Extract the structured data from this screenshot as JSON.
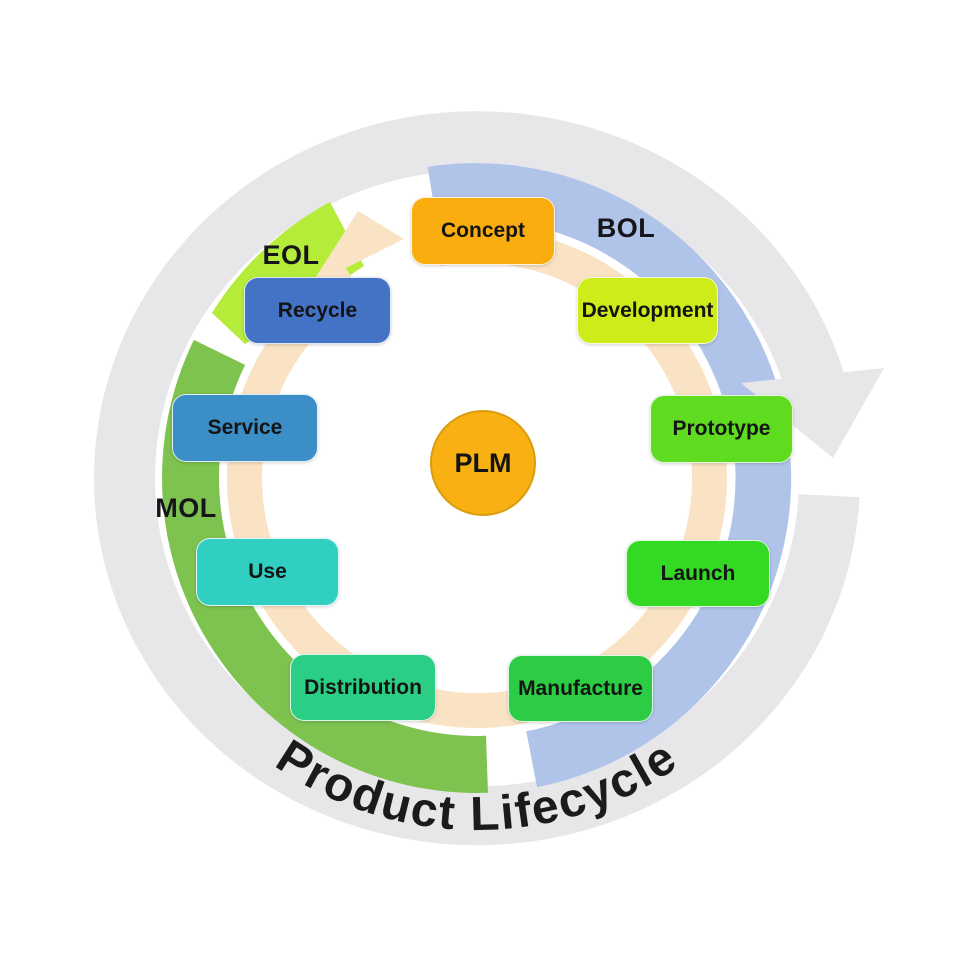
{
  "title": {
    "text": "Product Lifecycle"
  },
  "center": {
    "label": "PLM"
  },
  "stages": [
    {
      "id": "concept",
      "label": "Concept",
      "color": "#FAAD0E"
    },
    {
      "id": "development",
      "label": "Development",
      "color": "#CDEC19"
    },
    {
      "id": "prototype",
      "label": "Prototype",
      "color": "#5FDB20"
    },
    {
      "id": "launch",
      "label": "Launch",
      "color": "#33D922"
    },
    {
      "id": "manufacture",
      "label": "Manufacture",
      "color": "#2CCD45"
    },
    {
      "id": "distribution",
      "label": "Distribution",
      "color": "#2BCE85"
    },
    {
      "id": "use",
      "label": "Use",
      "color": "#30CFC2"
    },
    {
      "id": "service",
      "label": "Service",
      "color": "#3B8EC6"
    },
    {
      "id": "recycle",
      "label": "Recycle",
      "color": "#4472C4"
    }
  ],
  "phases": [
    {
      "id": "bol",
      "label": "BOL"
    },
    {
      "id": "mol",
      "label": "MOL"
    },
    {
      "id": "eol",
      "label": "EOL"
    }
  ],
  "colors": {
    "outer_ring_gray": "#E7E6E9",
    "bol_blue": "#B0C4E9",
    "mol_green": "#7EC34F",
    "eol_green": "#B4EC39",
    "inner_cycle_peach": "#FAE3C5",
    "plm_fill": "#F9B013",
    "plm_stroke": "#DA9C10",
    "title_text_color": "#1b1b1b"
  }
}
